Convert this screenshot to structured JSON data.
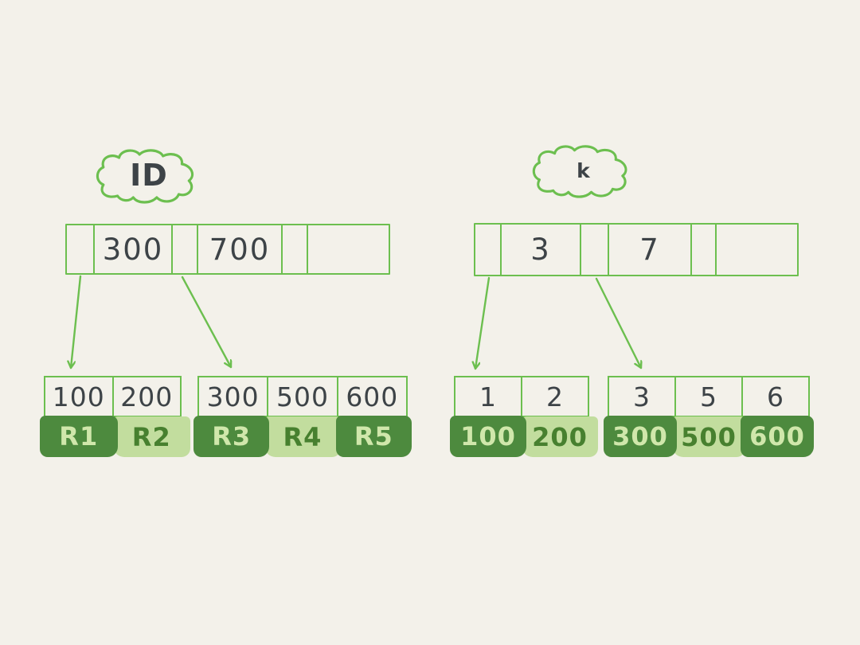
{
  "colors": {
    "background": "#f3f1ea",
    "line_green": "#6cbf4f",
    "dark_green_block": "#4d8a3e",
    "light_green_block": "#c2dd9e",
    "ink": "#3d4347"
  },
  "left_tree": {
    "cloud_label": "ID",
    "internal_node": {
      "keys": [
        "300",
        "700"
      ]
    },
    "leaves": [
      {
        "keys": [
          "100",
          "200"
        ],
        "records": [
          "R1",
          "R2"
        ]
      },
      {
        "keys": [
          "300",
          "500",
          "600"
        ],
        "records": [
          "R3",
          "R4",
          "R5"
        ]
      }
    ]
  },
  "right_tree": {
    "cloud_label": "k",
    "internal_node": {
      "keys": [
        "3",
        "7"
      ]
    },
    "leaves": [
      {
        "keys": [
          "1",
          "2"
        ],
        "records": [
          "100",
          "200"
        ]
      },
      {
        "keys": [
          "3",
          "5",
          "6"
        ],
        "records": [
          "300",
          "500",
          "600"
        ]
      }
    ]
  }
}
